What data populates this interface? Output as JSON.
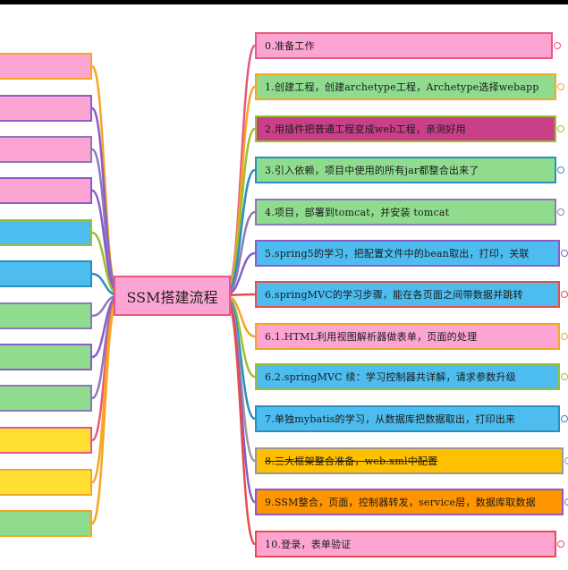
{
  "center": {
    "label": "SSM搭建流程",
    "fill": "#fca5d2",
    "border": "#e8577f"
  },
  "right_nodes": [
    {
      "label": "0.准备工作",
      "fill": "#fca5d2",
      "border": "#e8577f",
      "strike": false
    },
    {
      "label": "1.创建工程，创建archetype工程，Archetype选择webapp",
      "fill": "#8fdc8f",
      "border": "#f5a623",
      "strike": false
    },
    {
      "label": "2.用插件把普通工程变成web工程，亲测好用",
      "fill": "#c94089",
      "border": "#9bbf2f",
      "strike": false
    },
    {
      "label": "3.引入依赖，项目中使用的所有jar都整合出来了",
      "fill": "#8fdc8f",
      "border": "#2a8fbf",
      "strike": false
    },
    {
      "label": "4.项目，部署到tomcat，并安装 tomcat",
      "fill": "#8fdc8f",
      "border": "#8a7ab8",
      "strike": false
    },
    {
      "label": "5.spring5的学习，把配置文件中的bean取出，打印，关联",
      "fill": "#4dbdf0",
      "border": "#8b5cc8",
      "strike": false
    },
    {
      "label": "6.springMVC的学习步骤，能在各页面之间带数据并跳转",
      "fill": "#4dbdf0",
      "border": "#e84d4d",
      "strike": false
    },
    {
      "label": "6.1.HTML利用视图解析器做表单，页面的处理",
      "fill": "#fca5d2",
      "border": "#f5a623",
      "strike": false
    },
    {
      "label": "6.2.springMVC 续：学习控制器共详解，请求参数升级",
      "fill": "#4dbdf0",
      "border": "#9bbf2f",
      "strike": false
    },
    {
      "label": "7.单独mybatis的学习，从数据库把数据取出，打印出来",
      "fill": "#4dbdf0",
      "border": "#2a8fbf",
      "strike": false
    },
    {
      "label": "8.三大框架整合准备，web.xml中配置",
      "fill": "#ffc000",
      "border": "#999999",
      "strike": true
    },
    {
      "label": "9.SSM整合，页面，控制器转发，service层，数据库取数据",
      "fill": "#ff9500",
      "border": "#8b5cc8",
      "strike": false
    },
    {
      "label": "10.登录，表单验证",
      "fill": "#fca5d2",
      "border": "#e84d4d",
      "strike": false
    }
  ],
  "left_nodes": [
    {
      "fill": "#fca5d2",
      "border": "#f5a623"
    },
    {
      "fill": "#fca5d2",
      "border": "#8b5cc8"
    },
    {
      "fill": "#fca5d2",
      "border": "#8a7ab8"
    },
    {
      "fill": "#fca5d2",
      "border": "#8b5cc8"
    },
    {
      "fill": "#4dbdf0",
      "border": "#9bbf2f"
    },
    {
      "fill": "#4dbdf0",
      "border": "#2a8fbf"
    },
    {
      "fill": "#8fdc8f",
      "border": "#8a7ab8"
    },
    {
      "fill": "#8fdc8f",
      "border": "#8b5cc8"
    },
    {
      "fill": "#8fdc8f",
      "border": "#8a7ab8"
    },
    {
      "fill": "#ffe033",
      "border": "#e8577f"
    },
    {
      "fill": "#ffe033",
      "border": "#f5a623"
    },
    {
      "fill": "#8fdc8f",
      "border": "#f5a623"
    }
  ]
}
